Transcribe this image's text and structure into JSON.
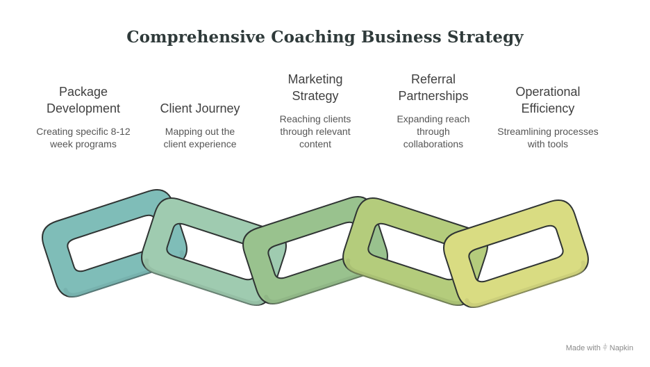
{
  "title": "Comprehensive Coaching Business Strategy",
  "steps": [
    {
      "heading": "Package Development",
      "description": "Creating specific 8-12 week programs",
      "color": "#7fbdb8"
    },
    {
      "heading": "Client Journey",
      "description": "Mapping out the client experience",
      "color": "#9fcbb0"
    },
    {
      "heading": "Marketing Strategy",
      "description": "Reaching clients through relevant content",
      "color": "#99c28e"
    },
    {
      "heading": "Referral Partnerships",
      "description": "Expanding reach through collaborations",
      "color": "#b4cc7c"
    },
    {
      "heading": "Operational Efficiency",
      "description": "Streamlining processes with tools",
      "color": "#d9dc82"
    }
  ],
  "footer": {
    "prefix": "Made with",
    "brand": "Napkin"
  }
}
